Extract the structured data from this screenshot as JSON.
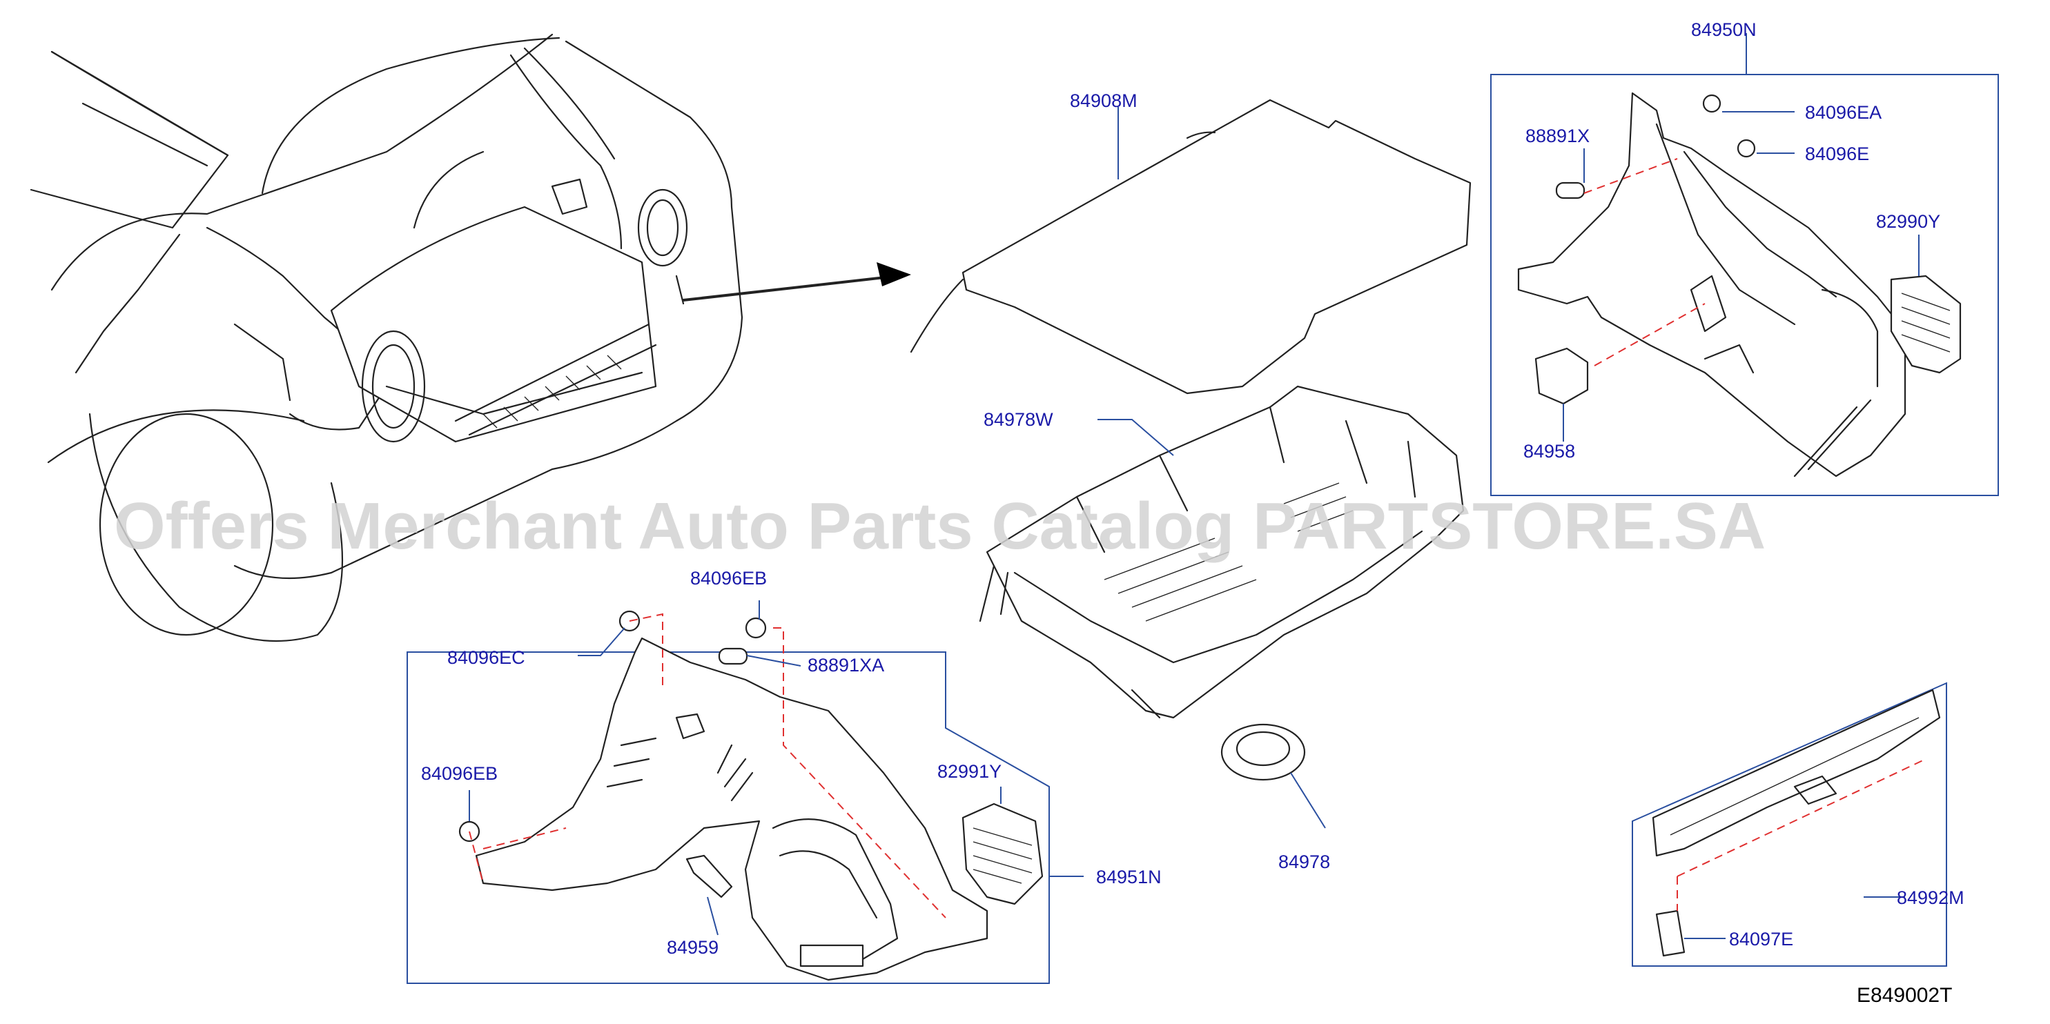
{
  "watermark": "Offers Merchant Auto Parts Catalog PARTSTORE.SA",
  "diagram_code": "E849002T",
  "parts": {
    "p84950N": "84950N",
    "p84908M": "84908M",
    "p88891X": "88891X",
    "p84096EA": "84096EA",
    "p84096E": "84096E",
    "p82990Y": "82990Y",
    "p84958": "84958",
    "p84978W": "84978W",
    "p84096EB_top": "84096EB",
    "p84096EC": "84096EC",
    "p88891XA": "88891XA",
    "p84096EB_left": "84096EB",
    "p82991Y": "82991Y",
    "p84951N": "84951N",
    "p84959": "84959",
    "p84978": "84978",
    "p84992M": "84992M",
    "p84097E": "84097E"
  },
  "colors": {
    "label": "#1a1aa8",
    "leader": "#2a4fa0",
    "dashed_guide": "#e03030",
    "watermark": "#d2d2d2"
  }
}
